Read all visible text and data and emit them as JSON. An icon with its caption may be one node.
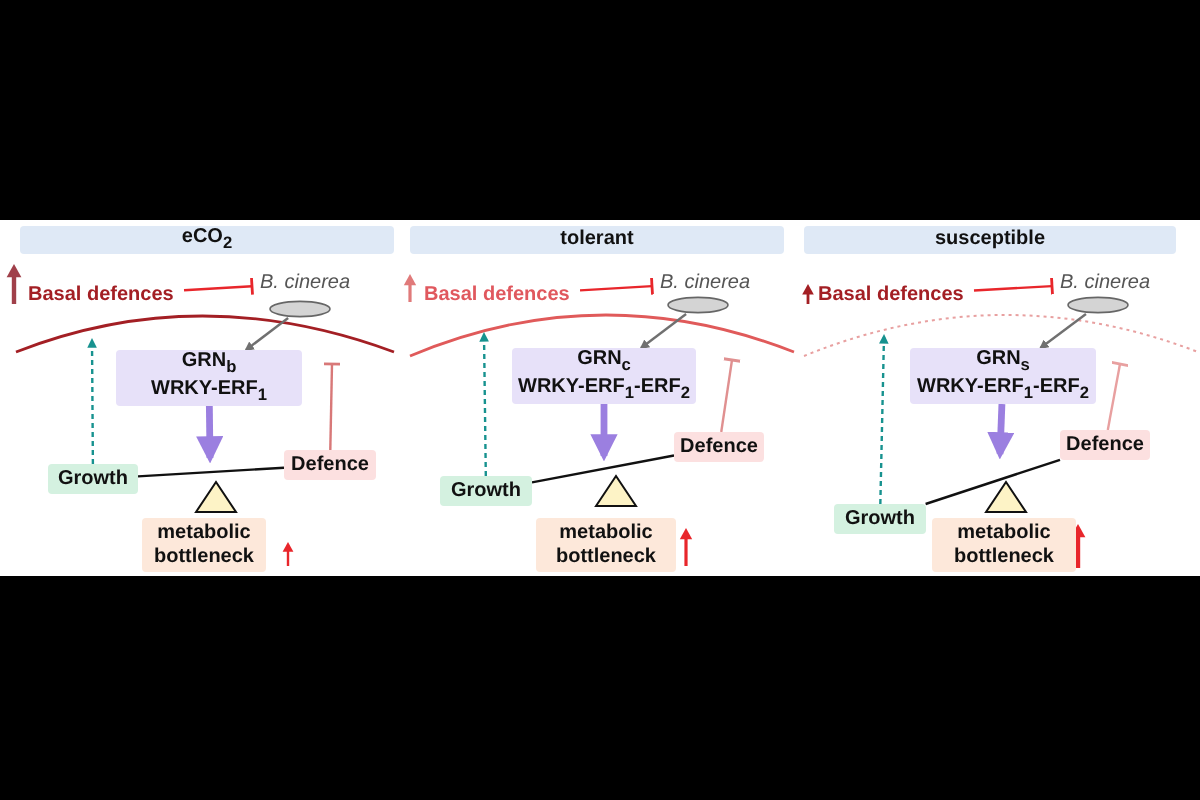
{
  "diagram": {
    "nodes": [
      {
        "text": [
          "eCO$_{2}$"
        ]
      },
      {
        "text": [
          "Basal defences"
        ]
      },
      {
        "text": [
          "B. cinerea"
        ]
      },
      {
        "text": [],
        "shape": "circle"
      },
      {
        "text": [
          "GRN$_{b}$",
          "WRKY-ERF$_{1}$"
        ]
      },
      {
        "text": [
          "Growth"
        ]
      },
      {
        "text": [
          "Defence"
        ]
      },
      {
        "text": [
          "metabolic bottleneck"
        ]
      },
      {
        "text": [
          "tolerant"
        ]
      },
      {
        "text": [
          "Basal defences"
        ]
      },
      {
        "text": [
          "B. cinerea"
        ]
      },
      {
        "text": [],
        "shape": "circle"
      },
      {
        "text": [
          "GRN$_{c}$",
          "WRKY-ERF$_{1}$-ERF$_{2}$"
        ]
      },
      {
        "text": [
          "Growth"
        ]
      },
      {
        "text": [
          "Defence"
        ]
      },
      {
        "text": [
          "metabolic bottleneck"
        ]
      },
      {
        "text": [
          "susceptible"
        ]
      },
      {
        "text": [
          "Basal defences"
        ]
      },
      {
        "text": [
          "B. cinerea"
        ]
      },
      {
        "text": [],
        "shape": "circle"
      },
      {
        "text": [
          "GRN$_{s}$",
          "WRKY-ERF$_{1}$-ERF$_{2}$"
        ]
      },
      {
        "text": [
          "Growth"
        ]
      },
      {
        "text": [
          "Defence"
        ]
      },
      {
        "text": [
          "metabolic bottleneck"
        ]
      }
    ],
    "edges": [
      {
        "from": 1,
        "to": 2,
        "arrow": "other",
        "color": "#e8262b"
      },
      {
        "from": 3,
        "to": 4,
        "arrow": "to",
        "color": "#707070"
      },
      {
        "from": 4,
        "to": 7,
        "arrow": "to",
        "style": "thick",
        "color": "#9b7fe0"
      },
      {
        "from": 5,
        "to": 1,
        "arrow": "to",
        "style": "dashed",
        "color": "#17928f"
      },
      {
        "from": 6,
        "to": 4,
        "arrow": "other",
        "color": "#d87878"
      },
      {
        "from": 5,
        "to": 6,
        "arrow": "none",
        "color": "#111111"
      },
      {
        "from": 9,
        "to": 10,
        "arrow": "other",
        "color": "#e8262b"
      },
      {
        "from": 11,
        "to": 12,
        "arrow": "to",
        "color": "#707070"
      },
      {
        "from": 12,
        "to": 15,
        "arrow": "to",
        "style": "thick",
        "color": "#9b7fe0"
      },
      {
        "from": 13,
        "to": 9,
        "arrow": "to",
        "style": "dashed",
        "color": "#17928f"
      },
      {
        "from": 14,
        "to": 12,
        "arrow": "other",
        "color": "#e09090"
      },
      {
        "from": 13,
        "to": 14,
        "arrow": "none",
        "color": "#111111"
      },
      {
        "from": 17,
        "to": 18,
        "arrow": "other",
        "color": "#e8262b"
      },
      {
        "from": 19,
        "to": 20,
        "arrow": "to",
        "color": "#707070"
      },
      {
        "from": 20,
        "to": 23,
        "arrow": "to",
        "style": "thick",
        "color": "#9b7fe0"
      },
      {
        "from": 21,
        "to": 17,
        "arrow": "to",
        "style": "dashed",
        "color": "#17928f"
      },
      {
        "from": 22,
        "to": 20,
        "arrow": "other",
        "color": "#e8a0a0"
      },
      {
        "from": 21,
        "to": 22,
        "arrow": "none",
        "color": "#111111"
      }
    ]
  }
}
